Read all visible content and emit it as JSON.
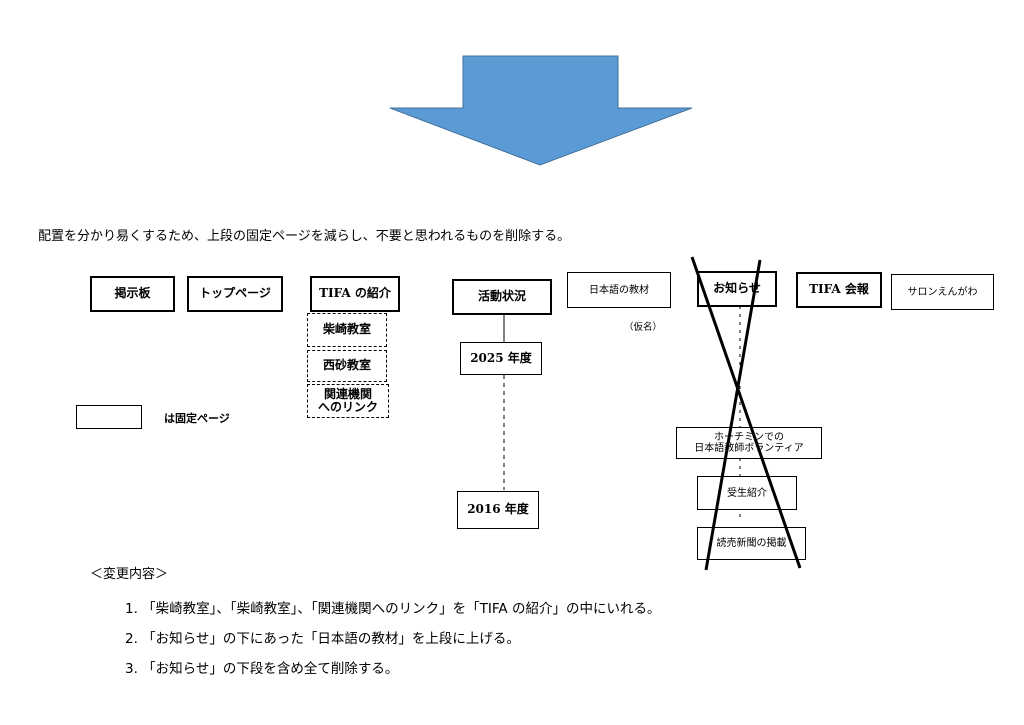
{
  "intro": "配置を分かり易くするため、上段の固定ページを減らし、不要と思われるものを削除する。",
  "boxes": {
    "bbs": "掲示板",
    "top_page": "トップページ",
    "tifa_intro": "TIFA の紹介",
    "katsudo": "活動状況",
    "nihongo_kyozai": "日本語の教材",
    "oshirase": "お知らせ",
    "kaiho": "TIFA 会報",
    "salon": "サロンえんがわ",
    "shibasaki": "柴崎教室",
    "nishisuna": "西砂教室",
    "kanren_line1": "関連機関",
    "kanren_line2": "へのリンク",
    "year_2025": "2025 年度",
    "year_2016": "2016 年度",
    "hochiminh_line1": "ホーチミンでの",
    "hochiminh_line2": "日本語教師ボランティア",
    "jusho": "受生紹介",
    "yomiuri": "読売新聞の掲載"
  },
  "kamei": "（仮名）",
  "legend_text": "は固定ページ",
  "changes": {
    "title": "＜変更内容＞",
    "items": [
      "1. 「柴崎教室」、「柴崎教室」、「関連機関へのリンク」を「TIFA の紹介」の中にいれる。",
      "2. 「お知らせ」の下にあった「日本語の教材」を上段に上げる。",
      "3. 「お知らせ」の下段を含め全て削除する。"
    ]
  },
  "colors": {
    "arrow_fill": "#5b9bd5",
    "arrow_stroke": "#41719c"
  },
  "icons": {
    "arrow": "down-arrow-icon",
    "cross": "cross-out-icon"
  }
}
